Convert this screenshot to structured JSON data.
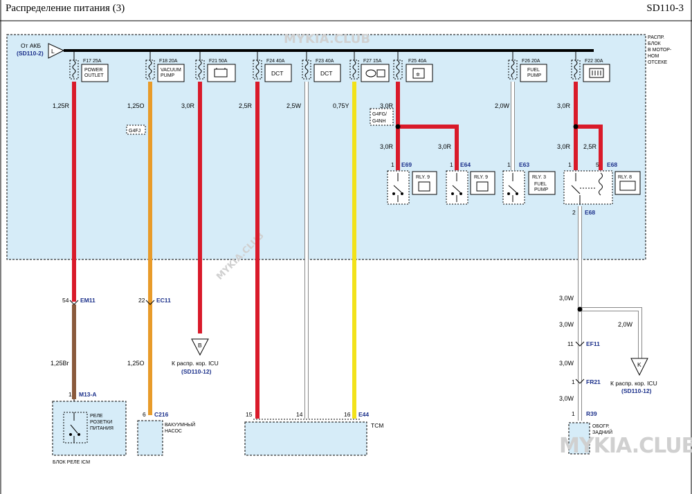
{
  "header": {
    "title": "Распределение питания (3)",
    "code": "SD110-3"
  },
  "watermark": "MYKIA.CLUB",
  "box_label": [
    "РАСПР.",
    "БЛОК",
    "В МОТОР-",
    "НОМ",
    "ОТСЕКЕ"
  ],
  "source": {
    "label": "От АКБ",
    "ref": "(SD110-2)",
    "terminal": "L"
  },
  "fuses": [
    {
      "code": "F17 25A",
      "l1": "POWER",
      "l2": "OUTLET"
    },
    {
      "code": "F18 20A",
      "l1": "VACUUM",
      "l2": "PUMP"
    },
    {
      "code": "F21 50A",
      "l1": "",
      "l2": ""
    },
    {
      "code": "F24 40A",
      "l1": "DCT",
      "l2": ""
    },
    {
      "code": "F23 40A",
      "l1": "DCT",
      "l2": ""
    },
    {
      "code": "F27 15A",
      "l1": "",
      "l2": ""
    },
    {
      "code": "F25 40A",
      "l1": "",
      "l2": ""
    },
    {
      "code": "F26 20A",
      "l1": "FUEL",
      "l2": "PUMP"
    },
    {
      "code": "F22 30A",
      "l1": "",
      "l2": ""
    }
  ],
  "wires": {
    "w1": "1,25R",
    "w2": "1,25O",
    "w3": "3,0R",
    "w4": "2,5R",
    "w5": "2,5W",
    "w6": "0,75Y",
    "w7": "3,0R",
    "w8": "2,0W",
    "w9": "3,0R",
    "w7a": "3,0R",
    "w7b": "3,0R",
    "w9a": "3,0R",
    "w9b": "2,5R",
    "w1b": "1,25Br",
    "w2b": "1,25O",
    "r1": "3,0W",
    "r2": "3,0W",
    "r3": "3,0W",
    "r4": "3,0W",
    "rk": "2,0W"
  },
  "options": {
    "g4fj": "G4FJ",
    "g4fg1": "G4FG/",
    "g4fg2": "G4NH"
  },
  "relays": [
    {
      "name": "RLY. 9",
      "conn": "E69",
      "pin": "1"
    },
    {
      "name": "RLY. 9",
      "conn": "E64",
      "pin": "1"
    },
    {
      "name": "RLY. 3",
      "conn": "E63",
      "pin": "1",
      "l1": "FUEL",
      "l2": "PUMP"
    },
    {
      "name": "RLY. 8",
      "conn": "E68",
      "pin": "1",
      "pin2": "5"
    }
  ],
  "relay_out": {
    "pin": "2",
    "conn": "E68"
  },
  "connectors": {
    "em11": {
      "pin": "54",
      "name": "EM11"
    },
    "ec11": {
      "pin": "22",
      "name": "EC11"
    },
    "m13": {
      "pin": "1",
      "name": "M13-A"
    },
    "c216": {
      "pin": "6",
      "name": "C216"
    },
    "e44": {
      "name": "E44",
      "p1": "15",
      "p2": "14",
      "p3": "16"
    },
    "ef11": {
      "pin": "11",
      "name": "EF11"
    },
    "fr21": {
      "pin": "1",
      "name": "FR21"
    },
    "r39": {
      "pin": "1",
      "name": "R39"
    }
  },
  "offpage": {
    "b": {
      "letter": "B",
      "l1": "К распр. кор. ICU",
      "ref": "(SD110-12)"
    },
    "k": {
      "letter": "K",
      "l1": "К распр. кор. ICU",
      "ref": "(SD110-12)"
    }
  },
  "components": {
    "icm_relay": [
      "РЕЛЕ",
      "РОЗЕТКИ",
      "ПИТАНИЯ"
    ],
    "icm_block": "БЛОК РЕЛЕ ICM",
    "vacuum": [
      "ВАКУУМНЫЙ",
      "НАСОС"
    ],
    "tcm": "TCM",
    "defog": [
      "ОБОГР.",
      "ЗАДНИЙ"
    ]
  },
  "colors": {
    "red": "#d91a2a",
    "orange": "#e89b2a",
    "white": "#ffffff",
    "yellow": "#f2e21a",
    "brown": "#8a5a3c",
    "box_fill": "#d6ecf8",
    "ink": "#1a2f8a"
  }
}
